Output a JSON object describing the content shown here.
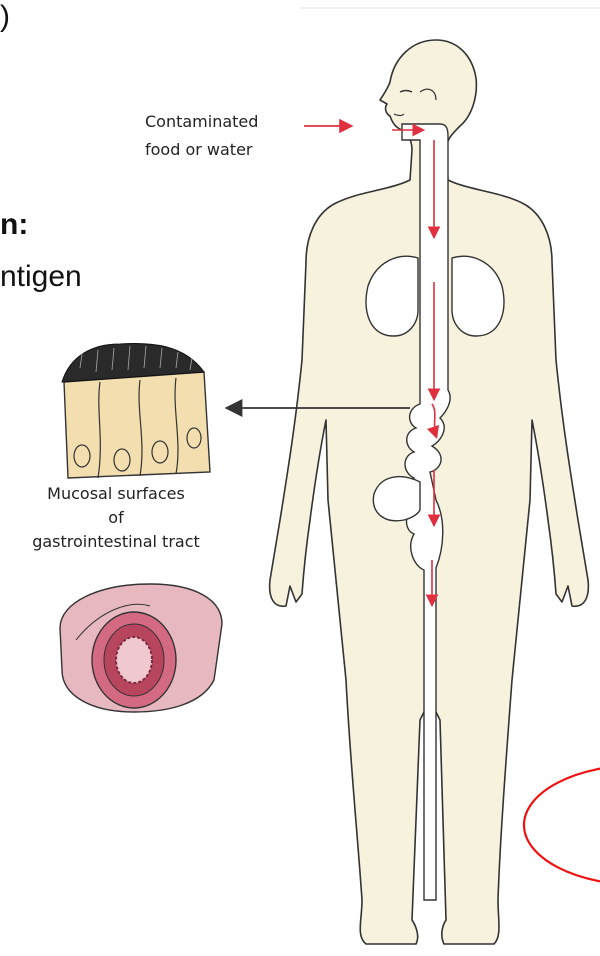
{
  "slide_fragments": {
    "paren": ")",
    "heading": "n:",
    "body": "ntigen"
  },
  "labels": {
    "contaminated_line1": "Contaminated",
    "contaminated_line2": "food or water",
    "mucosal_line1": "Mucosal surfaces",
    "mucosal_line2": "of",
    "mucosal_line3": "gastrointestinal tract"
  },
  "colors": {
    "skin": "#f7f2de",
    "outline": "#333333",
    "arrow_red": "#e03040",
    "villi_fill": "#f3deb0",
    "tube_pink": "#e8a0ae",
    "annotation_ellipse": "#ee1111"
  }
}
